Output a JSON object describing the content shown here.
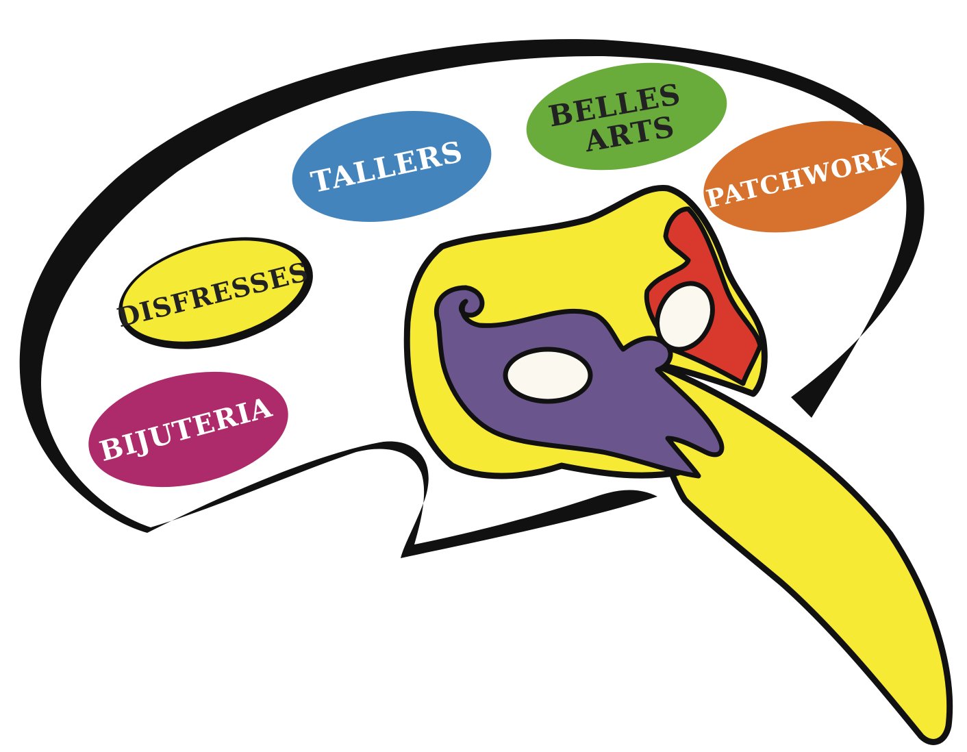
{
  "tags": {
    "tallers": "TALLERS",
    "belles_line1": "BELLES",
    "belles_line2": "ARTS",
    "patchwork": "PATCHWORK",
    "disfresses": "DISFRESSES",
    "bijuteria": "BIJUTERIA"
  },
  "colors": {
    "tallers": "#4484bd",
    "belles_arts": "#6aac3c",
    "patchwork": "#d6722d",
    "disfresses": "#f5ea35",
    "bijuteria": "#ad2b6a",
    "mask_yellow": "#f6ea35",
    "mask_purple": "#6a558c",
    "mask_red": "#d8392c",
    "outline": "#111111"
  },
  "icons": {
    "speech_bubble": "speech-bubble-icon",
    "mask": "carnival-beak-mask-icon"
  }
}
